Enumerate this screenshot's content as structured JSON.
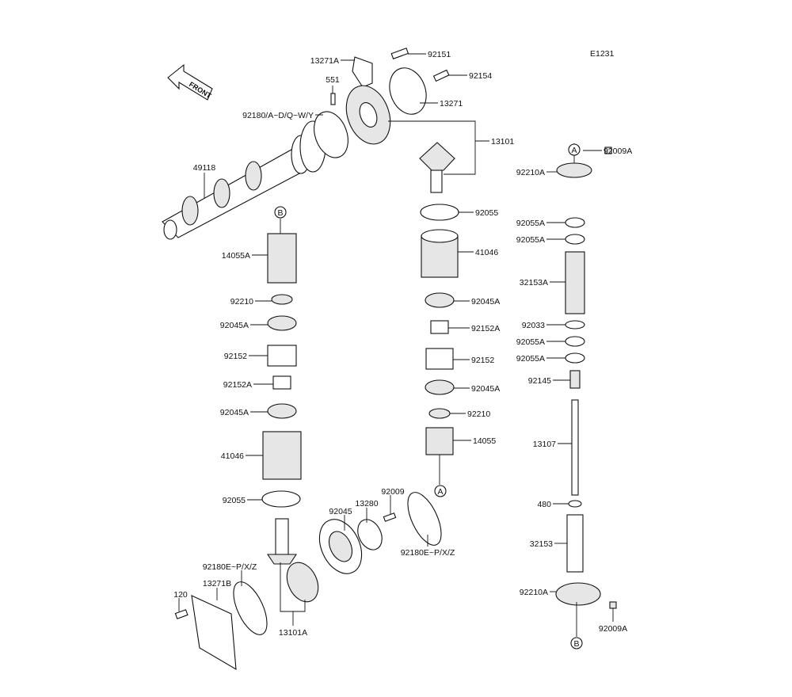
{
  "diagram_code": "E1231",
  "front_label": "FRONT",
  "markers": {
    "a": "A",
    "b": "B"
  },
  "labels": {
    "p13271A": "13271A",
    "p92151": "92151",
    "p92154": "92154",
    "p551": "551",
    "p13271": "13271",
    "p92180": "92180/A~D/Q~W/Y",
    "p13101": "13101",
    "p49118": "49118",
    "p92009A_top": "92009A",
    "p92210A_top": "92210A",
    "p92055_r": "92055",
    "p92055A_1": "92055A",
    "p92055A_2": "92055A",
    "p14055A": "14055A",
    "p41046_r": "41046",
    "p32153A": "32153A",
    "p92210_l": "92210",
    "p92045A_r1": "92045A",
    "p92045A_l1": "92045A",
    "p92152A_r": "92152A",
    "p92033": "92033",
    "p92055A_3": "92055A",
    "p92055A_4": "92055A",
    "p92152_l": "92152",
    "p92152_r": "92152",
    "p92145": "92145",
    "p92152A_l": "92152A",
    "p92045A_r2": "92045A",
    "p92045A_l2": "92045A",
    "p92210_r": "92210",
    "p14055": "14055",
    "p13107": "13107",
    "p41046_l": "41046",
    "p92055_l": "92055",
    "p92009": "92009",
    "p13280": "13280",
    "p480": "480",
    "p92045": "92045",
    "p92180E_r": "92180E~P/X/Z",
    "p32153": "32153",
    "p92180E_l": "92180E~P/X/Z",
    "p13271B": "13271B",
    "p92210A_bot": "92210A",
    "p120": "120",
    "p92009A_bot": "92009A",
    "p13101A": "13101A"
  }
}
